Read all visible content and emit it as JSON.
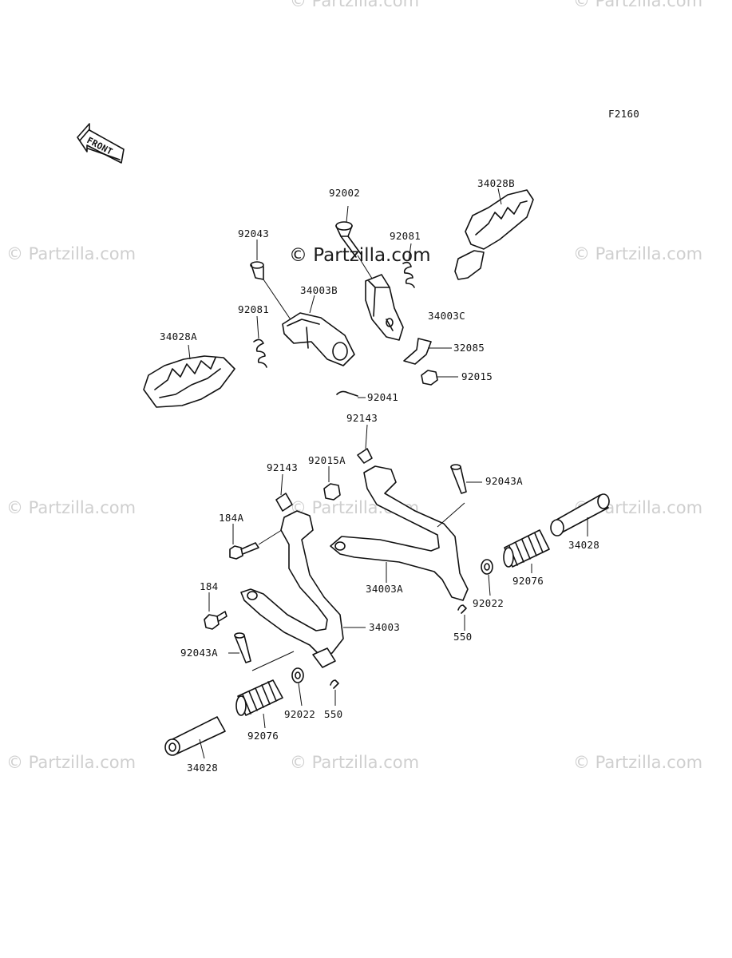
{
  "figure_code": "F2160",
  "front_arrow_label": "FRONT",
  "watermark_main": "© Partzilla.com",
  "watermark_faint": "© Partzilla.com",
  "labels": {
    "l92002": "92002",
    "l34028B": "34028B",
    "l92043": "92043",
    "l92081a": "92081",
    "l34003B": "34003B",
    "l34003C": "34003C",
    "l92081b": "92081",
    "l34028A": "34028A",
    "l32085": "32085",
    "l92015": "92015",
    "l92041": "92041",
    "l92143a": "92143",
    "l92143b": "92143",
    "l92015A": "92015A",
    "l92043Aa": "92043A",
    "l184A": "184A",
    "l34028a": "34028",
    "l34003A": "34003A",
    "l92076a": "92076",
    "l92022a": "92022",
    "l184": "184",
    "l34003": "34003",
    "l550a": "550",
    "l92043Ab": "92043A",
    "l92022b": "92022",
    "l550b": "550",
    "l92076b": "92076",
    "l34028b": "34028"
  }
}
